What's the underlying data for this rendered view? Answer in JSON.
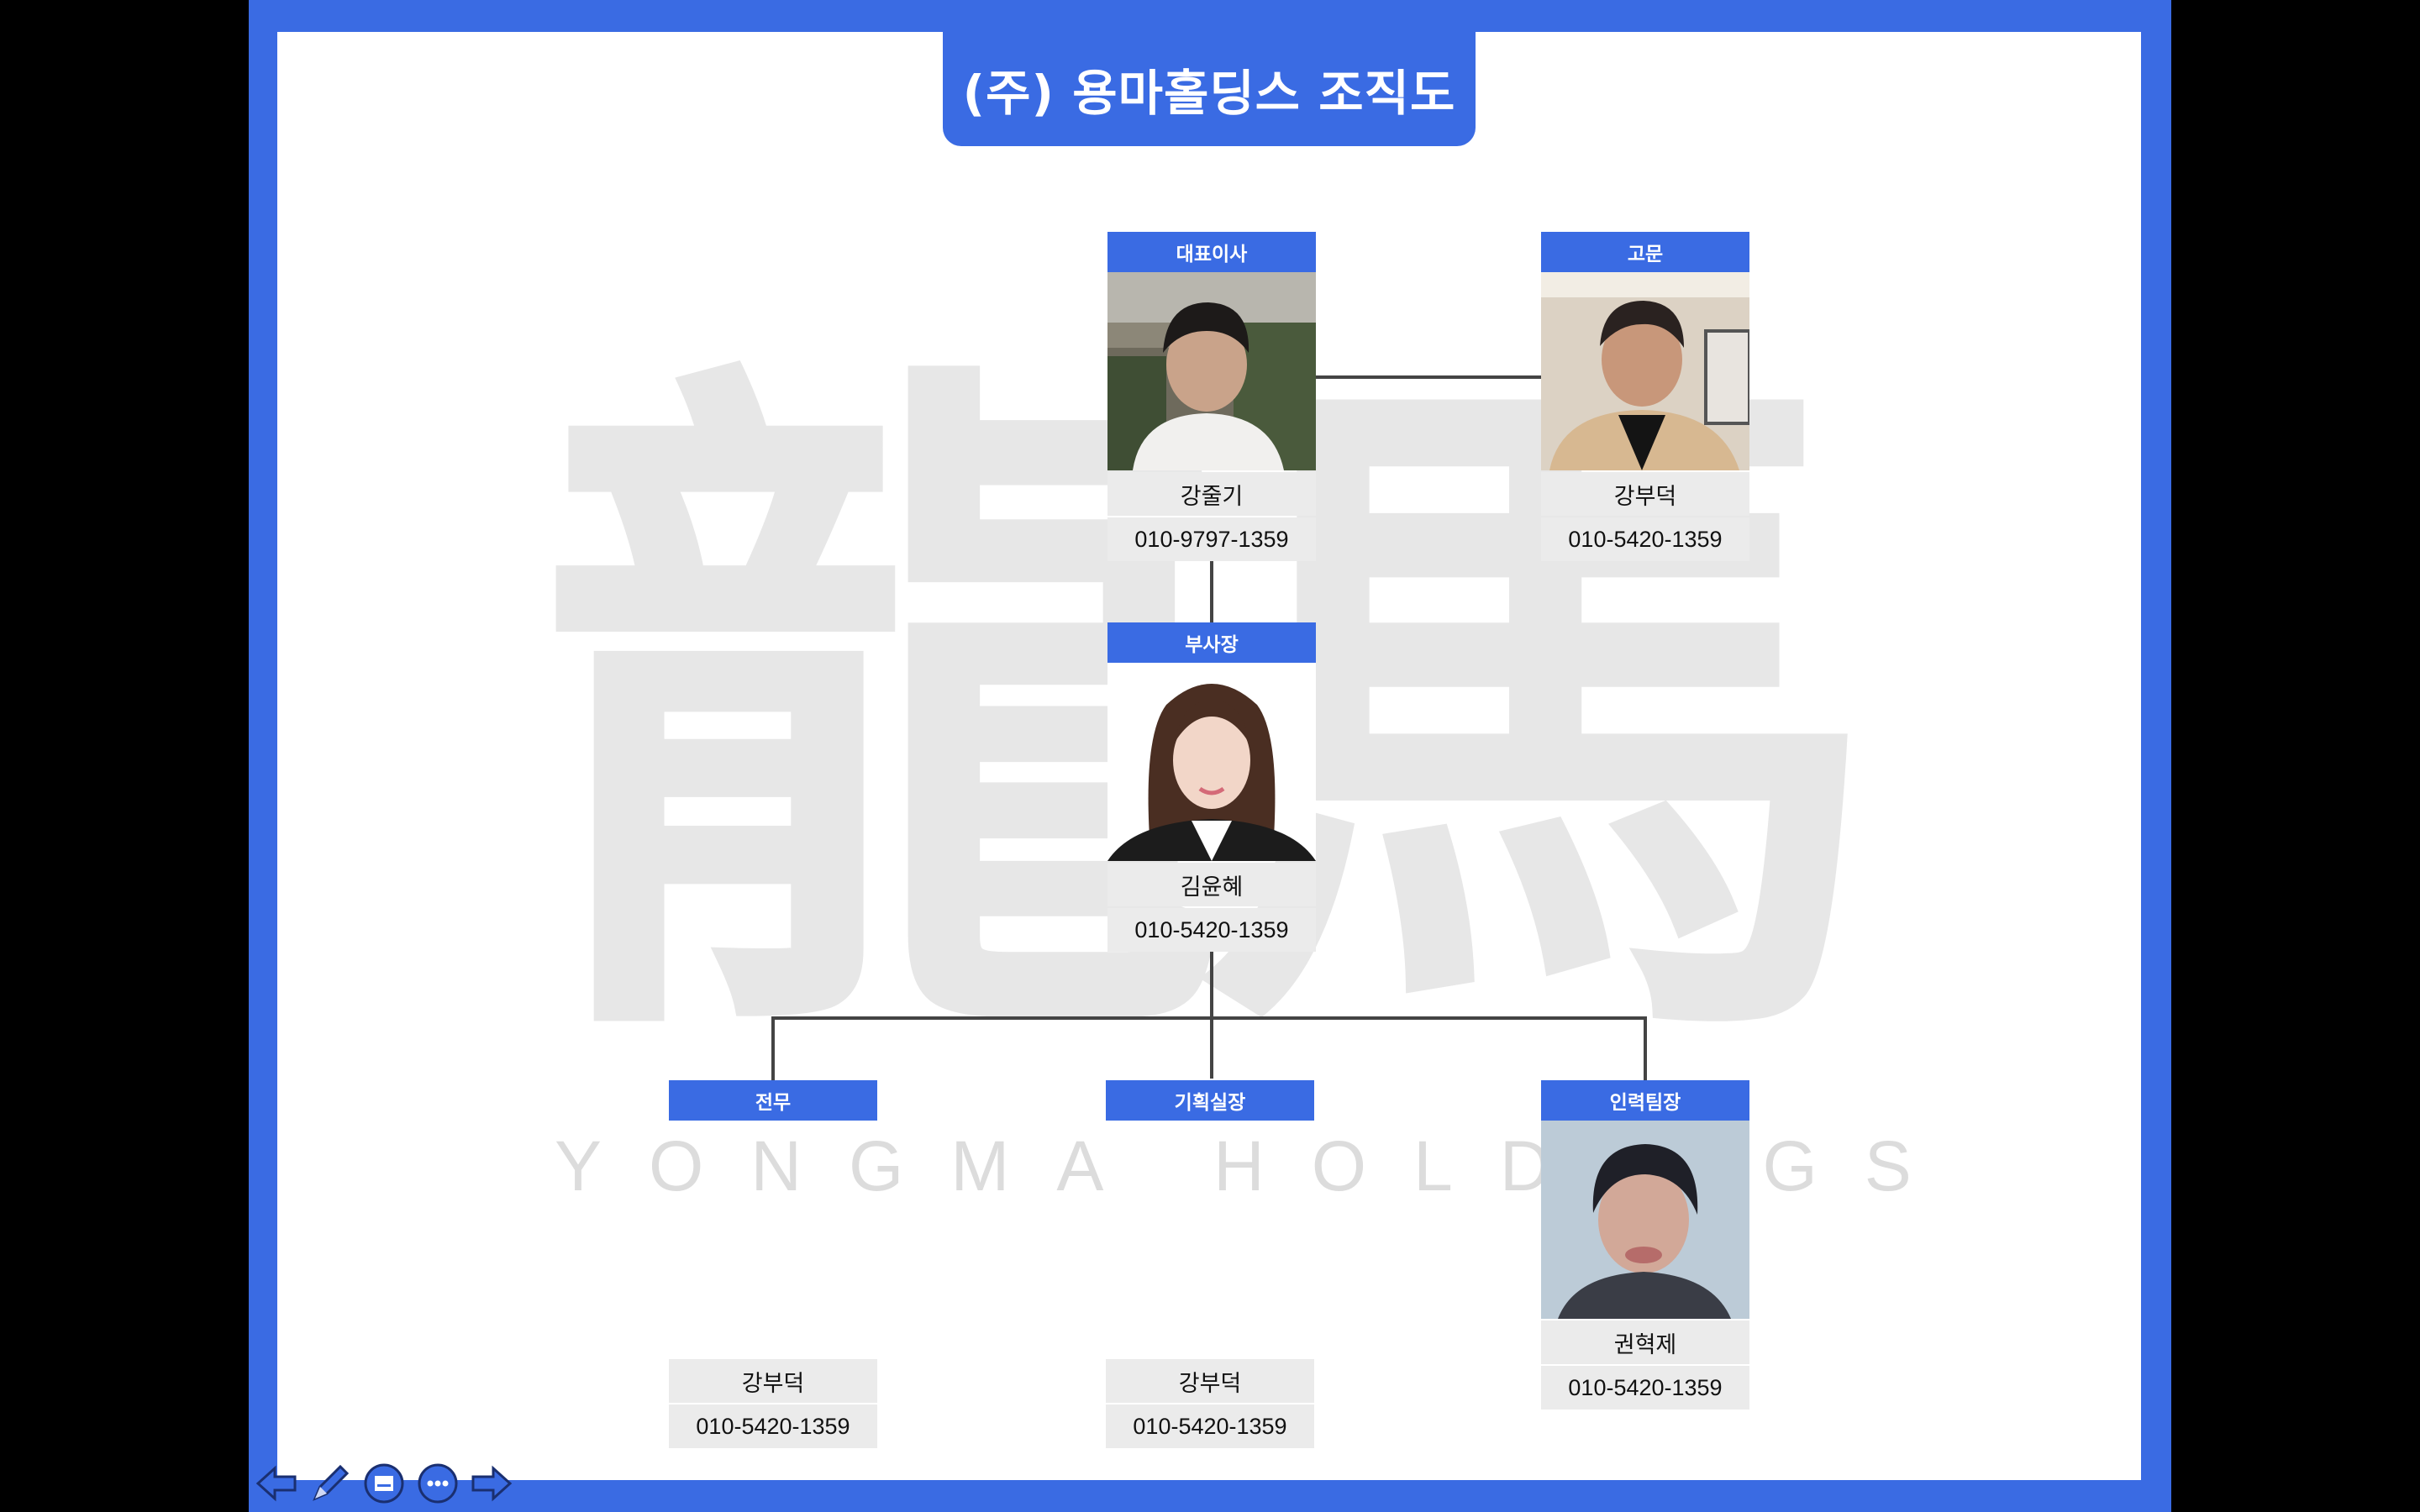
{
  "slide": {
    "title": "(주) 용마홀딩스 조직도",
    "watermark_glyph": "龍馬",
    "watermark_text": "YONGMA HOLDINGS"
  },
  "org": {
    "ceo": {
      "role": "대표이사",
      "name": "강줄기",
      "phone": "010-9797-1359"
    },
    "advisor": {
      "role": "고문",
      "name": "강부덕",
      "phone": "010-5420-1359"
    },
    "vice_president": {
      "role": "부사장",
      "name": "김윤혜",
      "phone": "010-5420-1359"
    },
    "executive": {
      "role": "전무",
      "name": "강부덕",
      "phone": "010-5420-1359"
    },
    "planning_head": {
      "role": "기획실장",
      "name": "강부덕",
      "phone": "010-5420-1359"
    },
    "hr_head": {
      "role": "인력팀장",
      "name": "권혁제",
      "phone": "010-5420-1359"
    }
  },
  "toolbar": {
    "icons": [
      "arrow-left-icon",
      "pen-icon",
      "slide-list-icon",
      "more-icon",
      "arrow-right-icon"
    ]
  },
  "colors": {
    "accent": "#3a6be3",
    "card_bg": "#ebebeb",
    "line": "#444444",
    "page_bg": "#000000"
  }
}
